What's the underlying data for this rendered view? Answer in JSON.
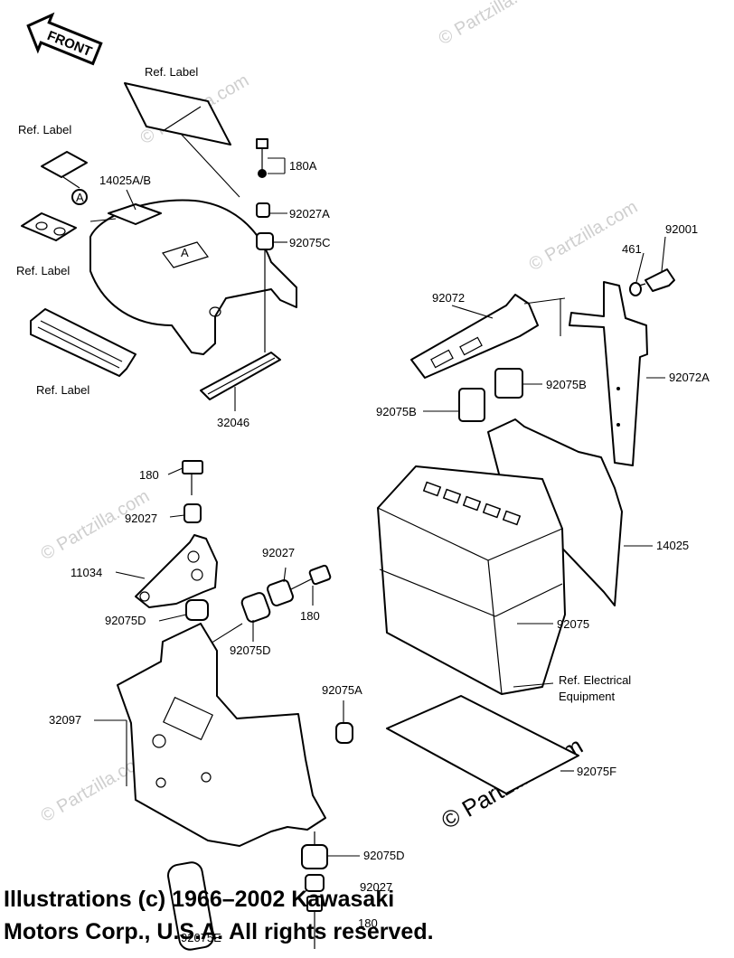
{
  "front_badge": "FRONT",
  "watermark": "© Partzilla.com",
  "copyright": {
    "line1": "Illustrations (c) 1966–2002 Kawasaki",
    "line2": "Motors Corp., U.S.A.  All rights reserved."
  },
  "labels": {
    "ref_label_top": "Ref. Label",
    "ref_label_small": "Ref. Label",
    "ref_label_left": "Ref. Label",
    "ref_label_bottom": "Ref. Label",
    "p14025ab": "14025A/B",
    "callout_a1": "A",
    "callout_a2": "A",
    "p180a": "180A",
    "p92027a": "92027A",
    "p92075c": "92075C",
    "p32046": "32046",
    "p92001": "92001",
    "p461": "461",
    "p92072": "92072",
    "p92072a": "92072A",
    "p92075b_1": "92075B",
    "p92075b_2": "92075B",
    "p180_1": "180",
    "p92027_1": "92027",
    "p11034": "11034",
    "p92027_2": "92027",
    "p180_2": "180",
    "p92075d_1": "92075D",
    "p92075d_2": "92075D",
    "p14025": "14025",
    "p92075": "92075",
    "ref_elec_1": "Ref. Electrical",
    "ref_elec_2": "Equipment",
    "p32097": "32097",
    "p92075a": "92075A",
    "p92075f": "92075F",
    "p92075d_3": "92075D",
    "p92027_3": "92027",
    "p180_3": "180",
    "p92075e": "92075E"
  }
}
